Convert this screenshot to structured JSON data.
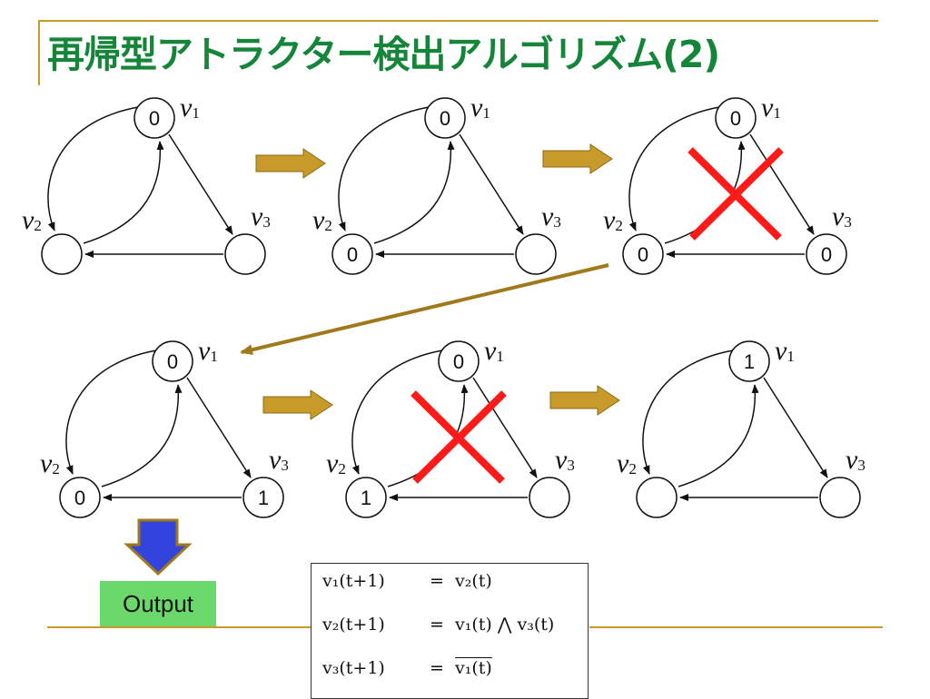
{
  "title": "再帰型アトラクター検出アルゴリズム(2)",
  "node_names": {
    "v1": "v",
    "v2": "v",
    "v3": "v",
    "sub1": "1",
    "sub2": "2",
    "sub3": "3"
  },
  "panels": [
    {
      "v1": "0",
      "v2": "",
      "v3": ""
    },
    {
      "v1": "0",
      "v2": "0",
      "v3": ""
    },
    {
      "v1": "0",
      "v2": "0",
      "v3": "0"
    },
    {
      "v1": "0",
      "v2": "0",
      "v3": "1"
    },
    {
      "v1": "0",
      "v2": "1",
      "v3": ""
    },
    {
      "v1": "1",
      "v2": "",
      "v3": ""
    }
  ],
  "crossed_panels": [
    2,
    4
  ],
  "output_label": "Output",
  "formulas": [
    {
      "lhs": "v₁(t+1)",
      "eq": "=",
      "rhs": "v₂(t)"
    },
    {
      "lhs": "v₂(t+1)",
      "eq": "=",
      "rhs": "v₁(t) ⋀ v₃(t)"
    },
    {
      "lhs": "v₃(t+1)",
      "eq": "=",
      "rhs": "v₁(t)"
    }
  ],
  "colors": {
    "title": "#15853a",
    "deco_line": "#c89a2a",
    "arrow_fill": "#c89a2a",
    "cross": "#ff1a1a",
    "output_arrow": "#3344dd",
    "output_box": "#6bd86b"
  }
}
